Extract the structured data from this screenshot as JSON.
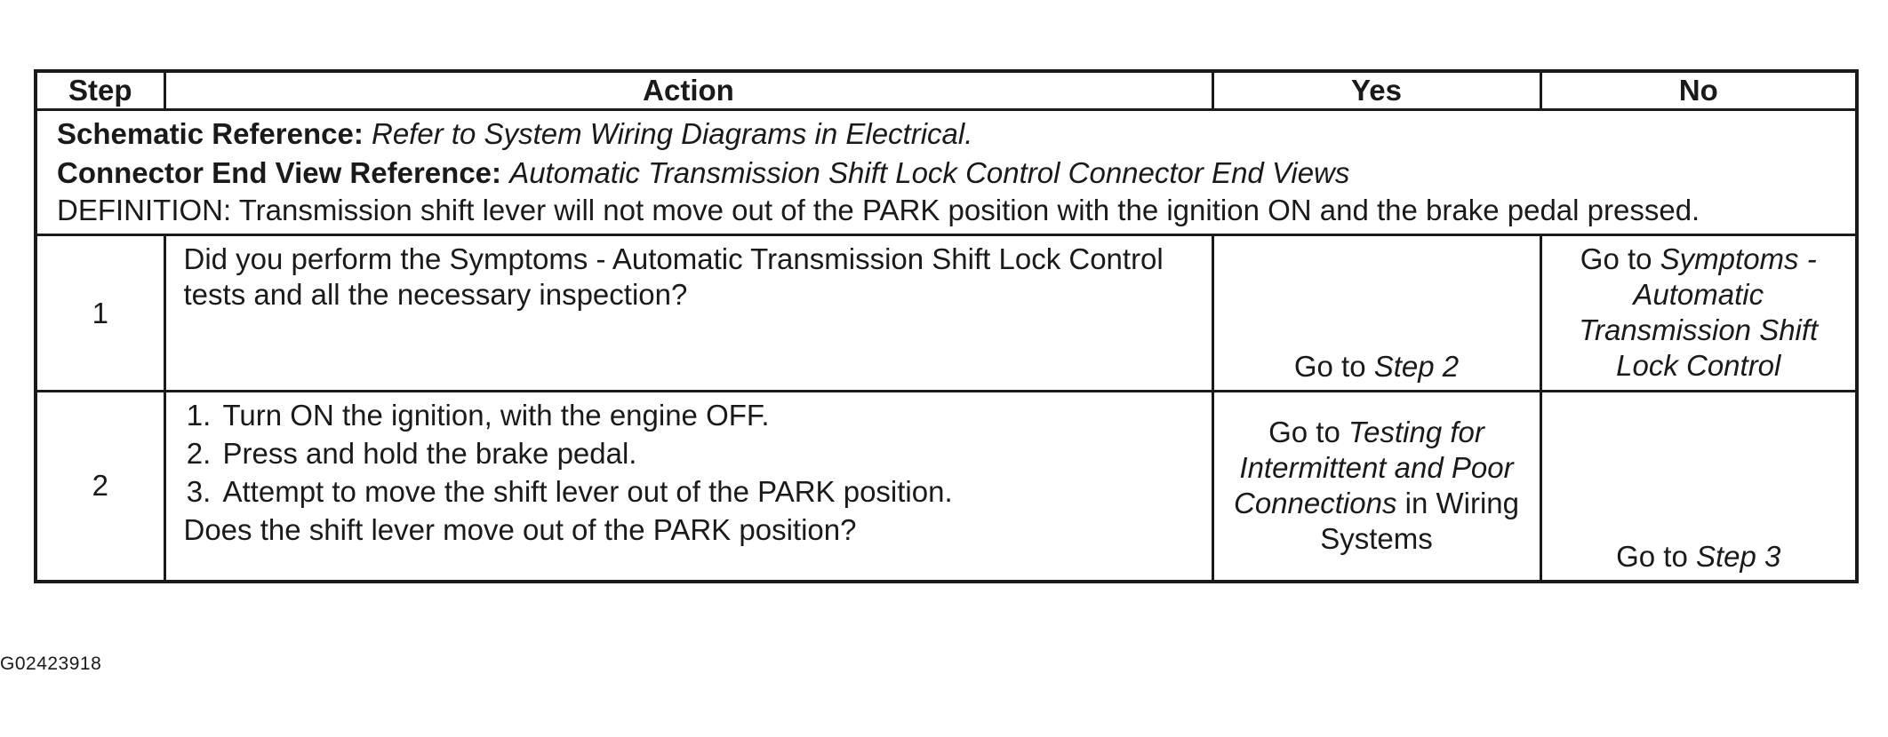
{
  "table": {
    "headers": {
      "step": "Step",
      "action": "Action",
      "yes": "Yes",
      "no": "No"
    },
    "references": {
      "schematic_label": "Schematic Reference:",
      "schematic_text": "Refer to System Wiring Diagrams in Electrical.",
      "connector_label": "Connector End View Reference:",
      "connector_text": "Automatic Transmission Shift Lock Control Connector End Views",
      "definition": "DEFINITION: Transmission shift lever will not move out of the PARK position with the ignition ON and the brake pedal pressed."
    },
    "rows": [
      {
        "step": "1",
        "action_question": "Did you perform the Symptoms - Automatic Transmission Shift Lock Control tests and all the necessary inspection?",
        "yes_prefix": "Go to",
        "yes_link": "Step 2",
        "no_prefix": "Go to",
        "no_link": "Symptoms - Automatic Transmission Shift Lock Control"
      },
      {
        "step": "2",
        "action_items": [
          "Turn ON the ignition, with the engine OFF.",
          "Press and hold the brake pedal.",
          "Attempt to move the shift lever out of the PARK position."
        ],
        "action_question": "Does the shift lever move out of the PARK position?",
        "yes_prefix": "Go to",
        "yes_link": "Testing for Intermittent and Poor Connections",
        "yes_suffix": "in Wiring Systems",
        "no_prefix": "Go to",
        "no_link": "Step 3"
      }
    ]
  },
  "figure_id": "G02423918"
}
